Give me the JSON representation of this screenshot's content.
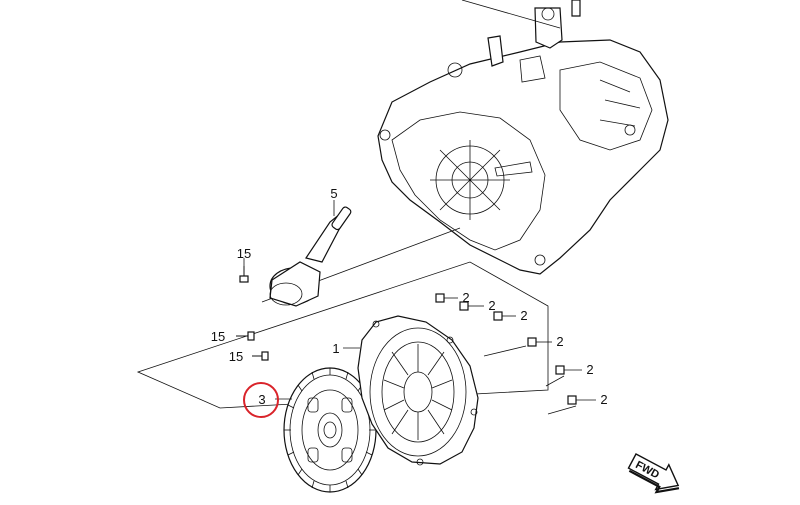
{
  "diagram": {
    "callouts": {
      "c1": "1",
      "c3": "3",
      "c5": "5",
      "c15a": "15",
      "c15b": "15",
      "c15c": "15",
      "c2a": "2",
      "c2b": "2",
      "c2c": "2",
      "c2d": "2",
      "c2e": "2",
      "c2f": "2"
    },
    "fwd_label": "FWD",
    "highlight_color": "#d9232a"
  }
}
